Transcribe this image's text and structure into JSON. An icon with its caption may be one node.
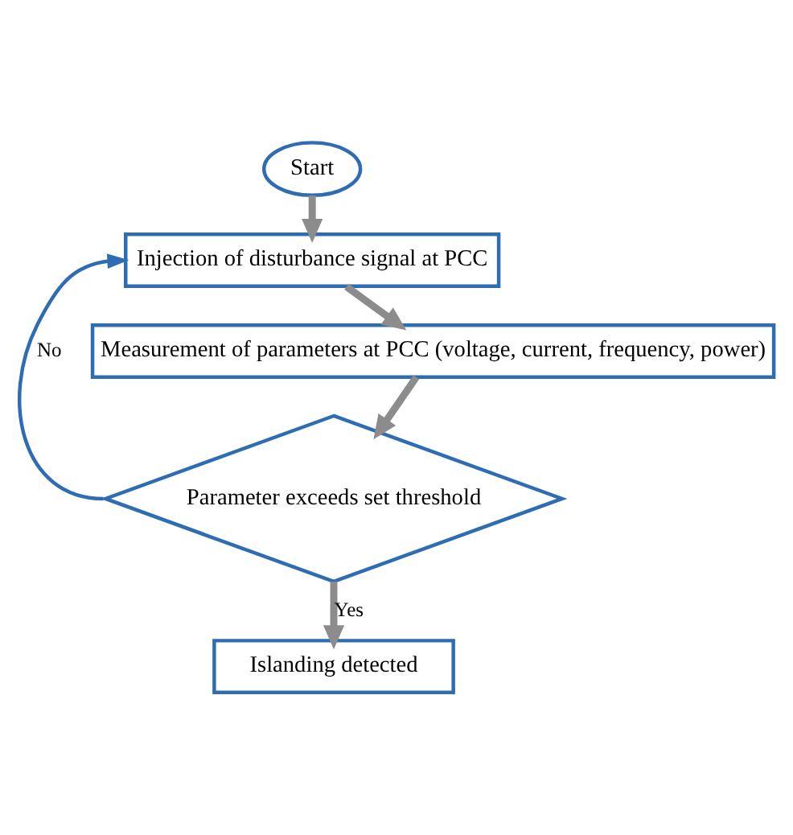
{
  "diagram": {
    "nodes": [
      {
        "text": [
          "Start"
        ]
      },
      {
        "text": [
          "Injection of disturbance signal at PCC"
        ]
      },
      {
        "text": [
          "Measurement of parameters at PCC (voltage, current, frequency, power)"
        ]
      },
      {
        "text": [
          "Parameter exceeds set threshold"
        ]
      },
      {
        "text": [
          "Islanding detected"
        ]
      }
    ],
    "edges": [
      {
        "from": 0,
        "to": 1,
        "arrow": "to"
      },
      {
        "from": 1,
        "to": 2,
        "arrow": "to"
      },
      {
        "from": 2,
        "to": 3,
        "arrow": "to"
      },
      {
        "from": 3,
        "to": 4,
        "arrow": "to",
        "label": "Yes"
      },
      {
        "from": 3,
        "to": 1,
        "arrow": "to",
        "label": "No",
        "color": "#2e6db4"
      }
    ]
  }
}
